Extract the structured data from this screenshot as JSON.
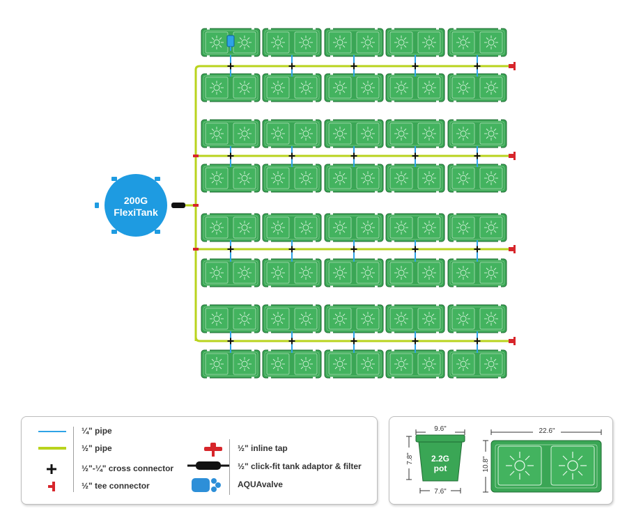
{
  "tank": {
    "line1": "200G",
    "line2": "FlexiTank"
  },
  "colors": {
    "module_fill": "#3aa655",
    "module_dark": "#1f6b33",
    "quarter_pipe": "#2ea3e6",
    "half_pipe": "#b9d31d",
    "tee": "#d7262b",
    "tank": "#1e9be1",
    "aquavalve": "#2d8fd8"
  },
  "legend": {
    "items_left": [
      {
        "icon": "quarter-pipe-icon",
        "label": "¼\" pipe"
      },
      {
        "icon": "half-pipe-icon",
        "label": "½\" pipe"
      },
      {
        "icon": "cross-connector-icon",
        "label": "½\"-¼\" cross connector"
      },
      {
        "icon": "tee-connector-icon",
        "label": "½\" tee connector"
      }
    ],
    "items_right": [
      {
        "icon": "inline-tap-icon",
        "label": "½\" inline tap"
      },
      {
        "icon": "tank-adaptor-icon",
        "label": "½\" click-fit tank adaptor & filter"
      },
      {
        "icon": "aquavalve-icon",
        "label": "AQUAvalve"
      }
    ]
  },
  "dimensions": {
    "pot_width": "9.6\"",
    "pot_height": "7.8\"",
    "pot_base": "7.6\"",
    "pot_label_1": "2.2G",
    "pot_label_2": "pot",
    "tray_width": "22.6\"",
    "tray_height": "10.8\""
  }
}
